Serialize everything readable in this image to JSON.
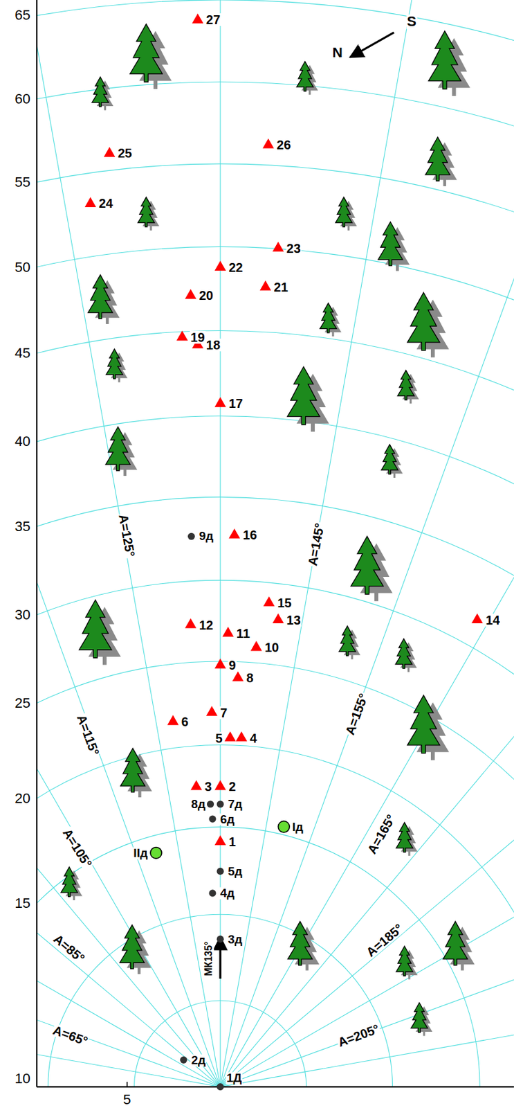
{
  "diagram": {
    "labels": [
      "65",
      "60",
      "55",
      "50",
      "45",
      "40",
      "35",
      "30",
      "25",
      "20",
      "15",
      "10",
      "5",
      "A=65°",
      "A=85°",
      "A=105°",
      "A=115°",
      "A=125°",
      "A=145°",
      "A=155°",
      "A=165°",
      "A=185°",
      "A=205°",
      "N",
      "S",
      "МК135°",
      "1",
      "2",
      "3",
      "4",
      "5",
      "6",
      "7",
      "8",
      "9",
      "10",
      "11",
      "12",
      "13",
      "14",
      "15",
      "16",
      "17",
      "18",
      "19",
      "20",
      "21",
      "22",
      "23",
      "24",
      "25",
      "26",
      "27",
      "1Д",
      "2д",
      "3д",
      "4д",
      "5д",
      "6д",
      "7д",
      "8д",
      "9д",
      "Iд",
      "IIд"
    ]
  }
}
